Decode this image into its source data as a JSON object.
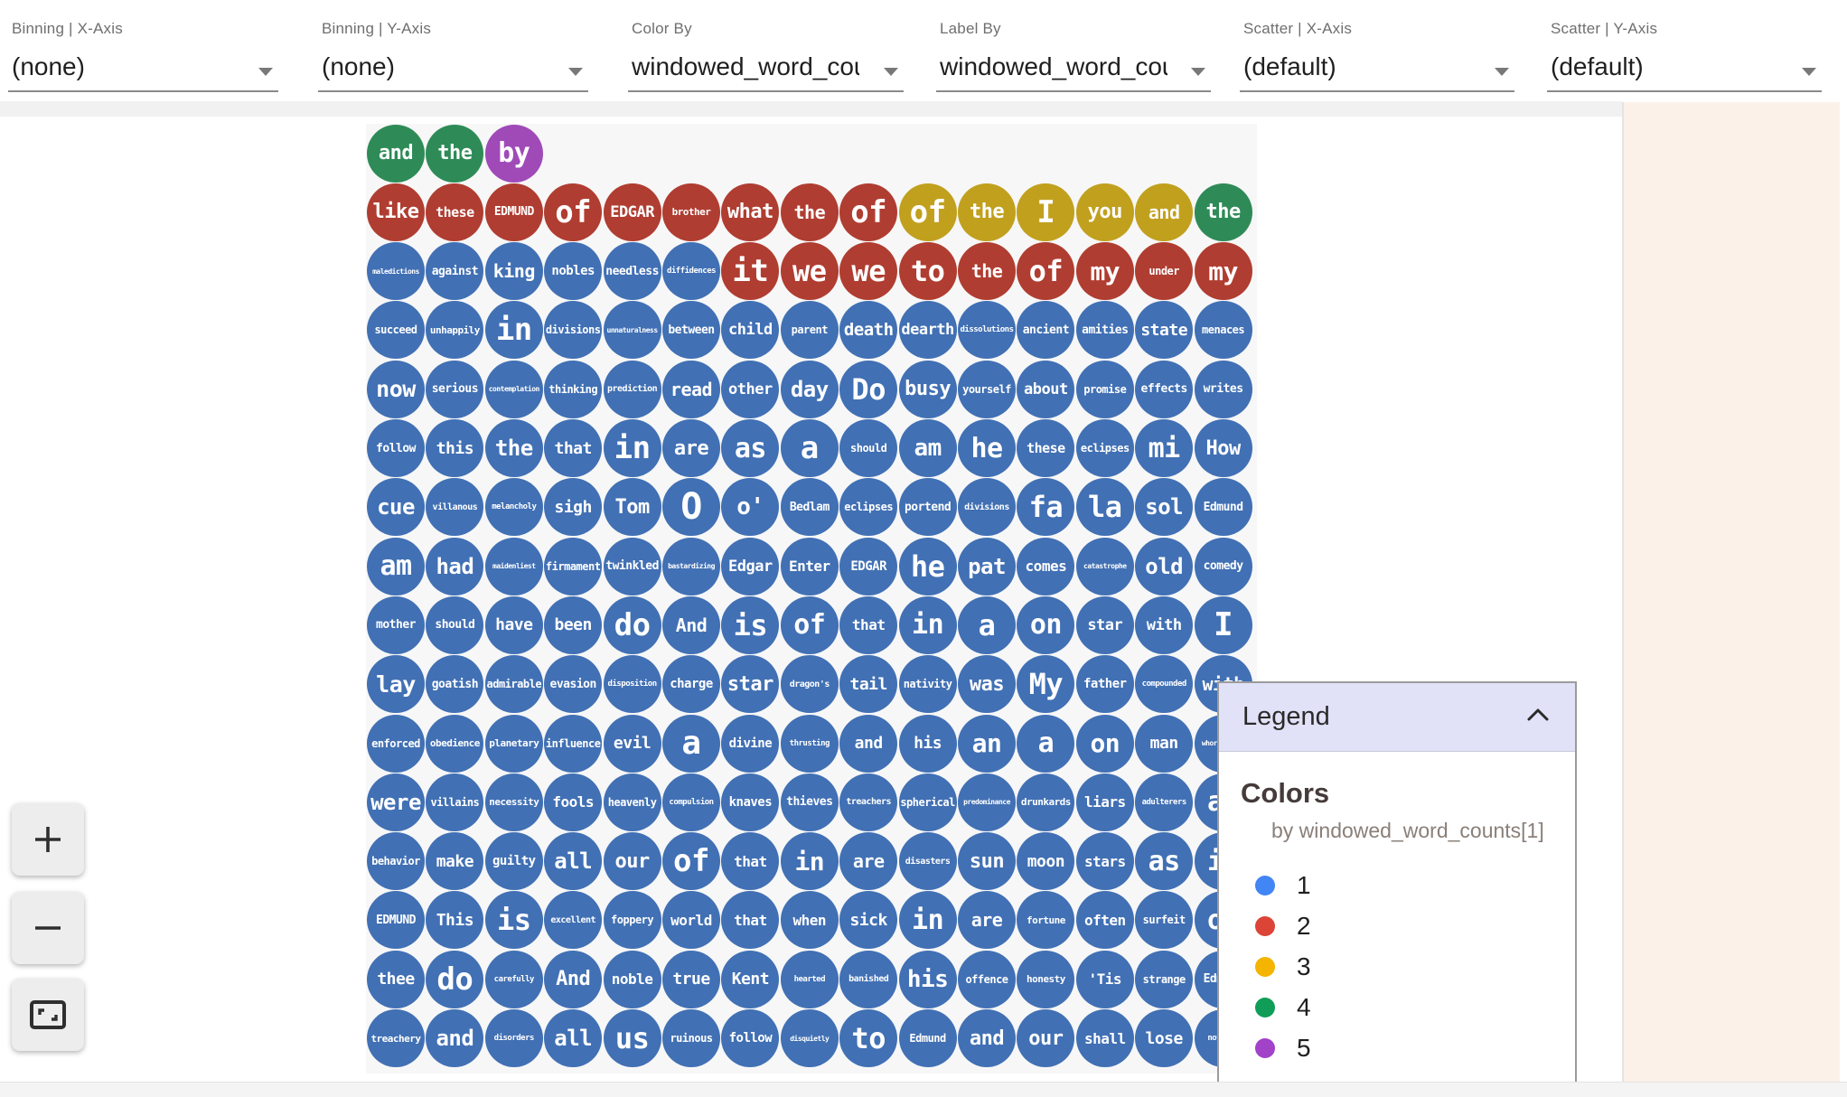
{
  "toolbar": {
    "dropdowns": [
      {
        "label": "Binning | X-Axis",
        "value": "(none)"
      },
      {
        "label": "Binning | Y-Axis",
        "value": "(none)"
      },
      {
        "label": "Color By",
        "value": "windowed_word_counts"
      },
      {
        "label": "Label By",
        "value": "windowed_word_counts"
      },
      {
        "label": "Scatter | X-Axis",
        "value": "(default)"
      },
      {
        "label": "Scatter | Y-Axis",
        "value": "(default)"
      }
    ]
  },
  "legend": {
    "title": "Legend",
    "section_title": "Colors",
    "subtitle": "by windowed_word_counts[1]",
    "items": [
      {
        "label": "1",
        "color": "#4285F4"
      },
      {
        "label": "2",
        "color": "#DB4437"
      },
      {
        "label": "3",
        "color": "#F4B400"
      },
      {
        "label": "4",
        "color": "#0F9D58"
      },
      {
        "label": "5",
        "color": "#A142C8"
      }
    ]
  },
  "palette": {
    "circle": [
      "#4170B4",
      "#B03D31",
      "#C1A01E",
      "#2E8B57",
      "#A04AB8"
    ]
  },
  "controls": {
    "zoom_in": "+",
    "zoom_out": "−",
    "fit": "fit-to-screen"
  },
  "grid": {
    "rows": [
      [
        [
          "and",
          22,
          4
        ],
        [
          "the",
          22,
          4
        ],
        [
          "by",
          30,
          5
        ]
      ],
      [
        [
          "like",
          22,
          2
        ],
        [
          "these",
          15,
          2
        ],
        [
          "EDMUND",
          13,
          2
        ],
        [
          "of",
          34,
          2
        ],
        [
          "EDGAR",
          17,
          2
        ],
        [
          "brother",
          11,
          2
        ],
        [
          "what",
          22,
          2
        ],
        [
          "the",
          20,
          2
        ],
        [
          "of",
          34,
          2
        ],
        [
          "of",
          34,
          3
        ],
        [
          "the",
          22,
          3
        ],
        [
          "I",
          34,
          3
        ],
        [
          "you",
          22,
          3
        ],
        [
          "and",
          20,
          3
        ],
        [
          "the",
          22,
          4
        ]
      ],
      [
        [
          "maledictions",
          8,
          1
        ],
        [
          "against",
          13,
          1
        ],
        [
          "king",
          20,
          1
        ],
        [
          "nobles",
          14,
          1
        ],
        [
          "needless",
          13,
          1
        ],
        [
          "diffidences",
          9,
          1
        ],
        [
          "it",
          34,
          2
        ],
        [
          "we",
          32,
          2
        ],
        [
          "we",
          32,
          2
        ],
        [
          "to",
          32,
          2
        ],
        [
          "the",
          20,
          2
        ],
        [
          "of",
          32,
          2
        ],
        [
          "my",
          28,
          2
        ],
        [
          "under",
          12,
          2
        ],
        [
          "my",
          28,
          2
        ]
      ],
      [
        [
          "succeed",
          12,
          1
        ],
        [
          "unhappily",
          11,
          1
        ],
        [
          "in",
          34,
          1
        ],
        [
          "divisions",
          12,
          1
        ],
        [
          "unnaturalness",
          8,
          1
        ],
        [
          "between",
          13,
          1
        ],
        [
          "child",
          17,
          1
        ],
        [
          "parent",
          12,
          1
        ],
        [
          "death",
          19,
          1
        ],
        [
          "dearth",
          17,
          1
        ],
        [
          "dissolutions",
          9,
          1
        ],
        [
          "ancient",
          13,
          1
        ],
        [
          "amities",
          13,
          1
        ],
        [
          "state",
          18,
          1
        ],
        [
          "menaces",
          12,
          1
        ]
      ],
      [
        [
          "now",
          25,
          1
        ],
        [
          "serious",
          13,
          1
        ],
        [
          "contemplation",
          8,
          1
        ],
        [
          "thinking",
          12,
          1
        ],
        [
          "prediction",
          10,
          1
        ],
        [
          "read",
          20,
          1
        ],
        [
          "other",
          17,
          1
        ],
        [
          "day",
          24,
          1
        ],
        [
          "Do",
          32,
          1
        ],
        [
          "busy",
          22,
          1
        ],
        [
          "yourself",
          12,
          1
        ],
        [
          "about",
          17,
          1
        ],
        [
          "promise",
          12,
          1
        ],
        [
          "effects",
          13,
          1
        ],
        [
          "writes",
          13,
          1
        ]
      ],
      [
        [
          "follow",
          13,
          1
        ],
        [
          "this",
          18,
          1
        ],
        [
          "the",
          24,
          1
        ],
        [
          "that",
          18,
          1
        ],
        [
          "in",
          34,
          1
        ],
        [
          "are",
          22,
          1
        ],
        [
          "as",
          30,
          1
        ],
        [
          "a",
          34,
          1
        ],
        [
          "should",
          12,
          1
        ],
        [
          "am",
          26,
          1
        ],
        [
          "he",
          30,
          1
        ],
        [
          "these",
          15,
          1
        ],
        [
          "eclipses",
          12,
          1
        ],
        [
          "mi",
          30,
          1
        ],
        [
          "How",
          22,
          1
        ]
      ],
      [
        [
          "cue",
          24,
          1
        ],
        [
          "villanous",
          10,
          1
        ],
        [
          "melancholy",
          9,
          1
        ],
        [
          "sigh",
          18,
          1
        ],
        [
          "Tom",
          22,
          1
        ],
        [
          "O",
          40,
          1
        ],
        [
          "o'",
          26,
          1
        ],
        [
          "Bedlam",
          13,
          1
        ],
        [
          "eclipses",
          12,
          1
        ],
        [
          "portend",
          13,
          1
        ],
        [
          "divisions",
          10,
          1
        ],
        [
          "fa",
          32,
          1
        ],
        [
          "la",
          32,
          1
        ],
        [
          "sol",
          24,
          1
        ],
        [
          "Edmund",
          13,
          1
        ]
      ],
      [
        [
          "am",
          30,
          1
        ],
        [
          "had",
          24,
          1
        ],
        [
          "maidenliest",
          8,
          1
        ],
        [
          "firmament",
          12,
          1
        ],
        [
          "twinkled",
          13,
          1
        ],
        [
          "bastardizing",
          8,
          1
        ],
        [
          "Edgar",
          17,
          1
        ],
        [
          "Enter",
          16,
          1
        ],
        [
          "EDGAR",
          14,
          1
        ],
        [
          "he",
          32,
          1
        ],
        [
          "pat",
          24,
          1
        ],
        [
          "comes",
          16,
          1
        ],
        [
          "catastrophe",
          8,
          1
        ],
        [
          "old",
          24,
          1
        ],
        [
          "comedy",
          13,
          1
        ]
      ],
      [
        [
          "mother",
          13,
          1
        ],
        [
          "should",
          13,
          1
        ],
        [
          "have",
          18,
          1
        ],
        [
          "been",
          18,
          1
        ],
        [
          "do",
          34,
          1
        ],
        [
          "And",
          20,
          1
        ],
        [
          "is",
          32,
          1
        ],
        [
          "of",
          30,
          1
        ],
        [
          "that",
          16,
          1
        ],
        [
          "in",
          30,
          1
        ],
        [
          "a",
          32,
          1
        ],
        [
          "on",
          30,
          1
        ],
        [
          "star",
          17,
          1
        ],
        [
          "with",
          17,
          1
        ],
        [
          "I",
          36,
          1
        ]
      ],
      [
        [
          "lay",
          25,
          1
        ],
        [
          "goatish",
          13,
          1
        ],
        [
          "admirable",
          12,
          1
        ],
        [
          "evasion",
          13,
          1
        ],
        [
          "disposition",
          9,
          1
        ],
        [
          "charge",
          14,
          1
        ],
        [
          "star",
          22,
          1
        ],
        [
          "dragon's",
          10,
          1
        ],
        [
          "tail",
          18,
          1
        ],
        [
          "nativity",
          12,
          1
        ],
        [
          "was",
          22,
          1
        ],
        [
          "My",
          32,
          1
        ],
        [
          "father",
          14,
          1
        ],
        [
          "compounded",
          9,
          1
        ],
        [
          "with",
          20,
          1
        ]
      ],
      [
        [
          "enforced",
          12,
          1
        ],
        [
          "obedience",
          11,
          1
        ],
        [
          "planetary",
          11,
          1
        ],
        [
          "influence",
          12,
          1
        ],
        [
          "evil",
          18,
          1
        ],
        [
          "a",
          36,
          1
        ],
        [
          "divine",
          14,
          1
        ],
        [
          "thrusting",
          9,
          1
        ],
        [
          "and",
          18,
          1
        ],
        [
          "his",
          18,
          1
        ],
        [
          "an",
          28,
          1
        ],
        [
          "a",
          30,
          1
        ],
        [
          "on",
          28,
          1
        ],
        [
          "man",
          18,
          1
        ],
        [
          "whoremaster",
          8,
          1
        ]
      ],
      [
        [
          "were",
          24,
          1
        ],
        [
          "villains",
          12,
          1
        ],
        [
          "necessity",
          11,
          1
        ],
        [
          "fools",
          16,
          1
        ],
        [
          "heavenly",
          12,
          1
        ],
        [
          "compulsion",
          9,
          1
        ],
        [
          "knaves",
          14,
          1
        ],
        [
          "thieves",
          13,
          1
        ],
        [
          "treachers",
          10,
          1
        ],
        [
          "spherical",
          12,
          1
        ],
        [
          "predominance",
          8,
          1
        ],
        [
          "drunkards",
          11,
          1
        ],
        [
          "liars",
          16,
          1
        ],
        [
          "adulterers",
          9,
          1
        ],
        [
          "an",
          30,
          1
        ]
      ],
      [
        [
          "behavior",
          12,
          1
        ],
        [
          "make",
          18,
          1
        ],
        [
          "guilty",
          14,
          1
        ],
        [
          "all",
          24,
          1
        ],
        [
          "our",
          22,
          1
        ],
        [
          "of",
          34,
          1
        ],
        [
          "that",
          16,
          1
        ],
        [
          "in",
          28,
          1
        ],
        [
          "are",
          20,
          1
        ],
        [
          "disasters",
          10,
          1
        ],
        [
          "sun",
          22,
          1
        ],
        [
          "moon",
          18,
          1
        ],
        [
          "stars",
          16,
          1
        ],
        [
          "as",
          30,
          1
        ],
        [
          "if",
          30,
          1
        ]
      ],
      [
        [
          "EDMUND",
          13,
          1
        ],
        [
          "This",
          18,
          1
        ],
        [
          "is",
          32,
          1
        ],
        [
          "excellent",
          10,
          1
        ],
        [
          "foppery",
          12,
          1
        ],
        [
          "world",
          16,
          1
        ],
        [
          "that",
          16,
          1
        ],
        [
          "when",
          16,
          1
        ],
        [
          "sick",
          18,
          1
        ],
        [
          "in",
          30,
          1
        ],
        [
          "are",
          20,
          1
        ],
        [
          "fortune",
          11,
          1
        ],
        [
          "often",
          16,
          1
        ],
        [
          "surfeit",
          12,
          1
        ],
        [
          "of",
          30,
          1
        ]
      ],
      [
        [
          "thee",
          18,
          1
        ],
        [
          "do",
          34,
          1
        ],
        [
          "carefully",
          9,
          1
        ],
        [
          "And",
          22,
          1
        ],
        [
          "noble",
          16,
          1
        ],
        [
          "true",
          18,
          1
        ],
        [
          "Kent",
          18,
          1
        ],
        [
          "hearted",
          9,
          1
        ],
        [
          "banished",
          10,
          1
        ],
        [
          "his",
          26,
          1
        ],
        [
          "offence",
          12,
          1
        ],
        [
          "honesty",
          11,
          1
        ],
        [
          "'Tis",
          16,
          1
        ],
        [
          "strange",
          12,
          1
        ],
        [
          "Edmund",
          13,
          1
        ]
      ],
      [
        [
          "treachery",
          11,
          1
        ],
        [
          "and",
          24,
          1
        ],
        [
          "disorders",
          9,
          1
        ],
        [
          "all",
          24,
          1
        ],
        [
          "us",
          32,
          1
        ],
        [
          "ruinous",
          12,
          1
        ],
        [
          "follow",
          14,
          1
        ],
        [
          "disquietly",
          8,
          1
        ],
        [
          "to",
          32,
          1
        ],
        [
          "Edmund",
          12,
          1
        ],
        [
          "and",
          22,
          1
        ],
        [
          "our",
          22,
          1
        ],
        [
          "shall",
          16,
          1
        ],
        [
          "lose",
          18,
          1
        ],
        [
          "nothing",
          9,
          1
        ]
      ]
    ]
  }
}
